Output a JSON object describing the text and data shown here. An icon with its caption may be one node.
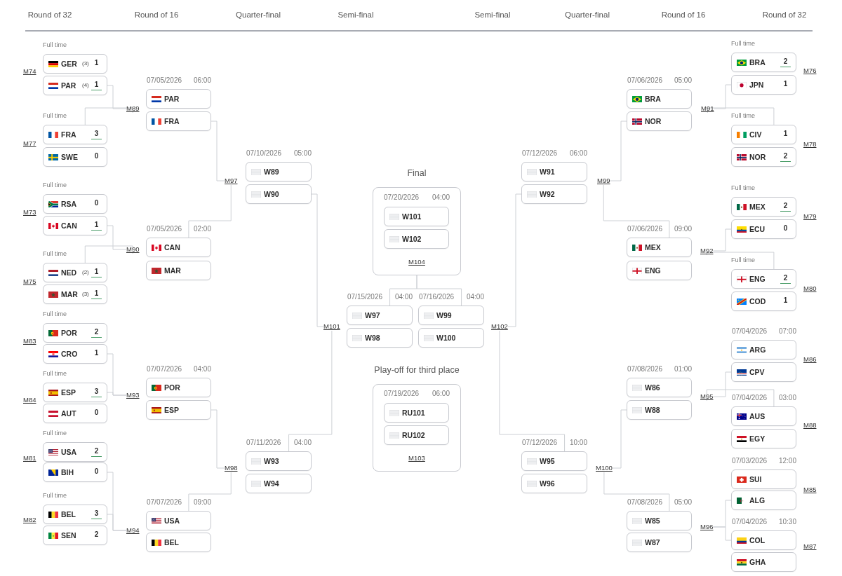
{
  "diagram": {
    "nodes": [
      {
        "text": [
          "GER",
          "(3)",
          "1"
        ],
        "beside": [
          "Full time"
        ]
      },
      {
        "text": [
          "PAR",
          "(4)",
          "1"
        ]
      },
      {
        "text": [
          "FRA",
          "3"
        ],
        "beside": [
          "Full time"
        ]
      },
      {
        "text": [
          "SWE",
          "0"
        ]
      },
      {
        "text": [
          "RSA",
          "0"
        ],
        "beside": [
          "Full time"
        ]
      },
      {
        "text": [
          "CAN",
          "1"
        ]
      },
      {
        "text": [
          "NED",
          "(2)",
          "1"
        ],
        "beside": [
          "Full time"
        ]
      },
      {
        "text": [
          "MAR",
          "(3)",
          "1"
        ]
      },
      {
        "text": [
          "POR",
          "2"
        ],
        "beside": [
          "Full time"
        ]
      },
      {
        "text": [
          "CRO",
          "1"
        ]
      },
      {
        "text": [
          "ESP",
          "3"
        ],
        "beside": [
          "Full time"
        ]
      },
      {
        "text": [
          "AUT",
          "0"
        ]
      },
      {
        "text": [
          "USA",
          "2"
        ],
        "beside": [
          "Full time"
        ]
      },
      {
        "text": [
          "BIH",
          "0"
        ]
      },
      {
        "text": [
          "BEL",
          "3"
        ],
        "beside": [
          "Full time"
        ]
      },
      {
        "text": [
          "SEN",
          "2"
        ]
      },
      {
        "text": [
          "M89"
        ]
      },
      {
        "text": [
          "PAR"
        ],
        "beside": [
          "07/05/2026",
          "06:00"
        ]
      },
      {
        "text": [
          "FRA"
        ]
      },
      {
        "text": [
          "M90"
        ]
      },
      {
        "text": [
          "CAN"
        ],
        "beside": [
          "07/05/2026",
          "02:00"
        ]
      },
      {
        "text": [
          "MAR"
        ]
      },
      {
        "text": [
          "M93"
        ]
      },
      {
        "text": [
          "POR"
        ],
        "beside": [
          "07/07/2026",
          "04:00"
        ]
      },
      {
        "text": [
          "ESP"
        ]
      },
      {
        "text": [
          "M94"
        ]
      },
      {
        "text": [
          "USA"
        ],
        "beside": [
          "07/07/2026",
          "09:00"
        ]
      },
      {
        "text": [
          "BEL"
        ]
      },
      {
        "text": [
          "M97"
        ]
      },
      {
        "text": [
          "W89"
        ],
        "beside": [
          "07/10/2026",
          "05:00"
        ]
      },
      {
        "text": [
          "W90"
        ]
      },
      {
        "text": [
          "M98"
        ]
      },
      {
        "text": [
          "W93"
        ],
        "beside": [
          "07/11/2026",
          "04:00"
        ]
      },
      {
        "text": [
          "W94"
        ]
      },
      {
        "text": [
          "M101"
        ]
      },
      {
        "text": [
          "W97"
        ],
        "beside": [
          "07/15/2026",
          "04:00"
        ]
      },
      {
        "text": [
          "W98"
        ]
      },
      {
        "text": [
          "Final",
          "07/20/2026",
          "04:00",
          "M104"
        ]
      },
      {
        "text": [
          "W101"
        ],
        "in": 37
      },
      {
        "text": [
          "W102"
        ],
        "in": 37
      },
      {
        "text": [
          "Play-off for third place",
          "07/19/2026",
          "06:00",
          "M103"
        ]
      },
      {
        "text": [
          "RU101"
        ],
        "in": 40
      },
      {
        "text": [
          "RU102"
        ],
        "in": 40
      },
      {
        "text": [
          "W99"
        ],
        "beside": [
          "07/16/2026",
          "04:00"
        ]
      },
      {
        "text": [
          "W100"
        ]
      },
      {
        "text": [
          "M102"
        ]
      },
      {
        "text": [
          "W91"
        ],
        "beside": [
          "07/12/2026",
          "06:00"
        ]
      },
      {
        "text": [
          "W92"
        ]
      },
      {
        "text": [
          "M99"
        ]
      },
      {
        "text": [
          "W95"
        ],
        "beside": [
          "07/12/2026",
          "10:00"
        ]
      },
      {
        "text": [
          "W96"
        ]
      },
      {
        "text": [
          "M100"
        ]
      },
      {
        "text": [
          "BRA"
        ],
        "beside": [
          "07/06/2026",
          "05:00"
        ]
      },
      {
        "text": [
          "NOR"
        ]
      },
      {
        "text": [
          "M91"
        ]
      },
      {
        "text": [
          "MEX"
        ],
        "beside": [
          "07/06/2026",
          "09:00"
        ]
      },
      {
        "text": [
          "ENG"
        ]
      },
      {
        "text": [
          "M92"
        ]
      },
      {
        "text": [
          "W86"
        ],
        "beside": [
          "07/08/2026",
          "01:00"
        ]
      },
      {
        "text": [
          "W88"
        ]
      },
      {
        "text": [
          "M95"
        ]
      },
      {
        "text": [
          "W85"
        ],
        "beside": [
          "07/08/2026",
          "05:00"
        ]
      },
      {
        "text": [
          "W87"
        ]
      },
      {
        "text": [
          "M96"
        ]
      },
      {
        "text": [
          "BRA",
          "2"
        ],
        "beside": [
          "Full time"
        ]
      },
      {
        "text": [
          "JPN",
          "1"
        ]
      },
      {
        "text": [
          "CIV",
          "1"
        ],
        "beside": [
          "Full time"
        ]
      },
      {
        "text": [
          "NOR",
          "2"
        ]
      },
      {
        "text": [
          "MEX",
          "2"
        ],
        "beside": [
          "Full time"
        ]
      },
      {
        "text": [
          "ECU",
          "0"
        ]
      },
      {
        "text": [
          "ENG",
          "2"
        ],
        "beside": [
          "Full time"
        ]
      },
      {
        "text": [
          "COD",
          "1"
        ]
      },
      {
        "text": [
          "ARG"
        ],
        "beside": [
          "07/04/2026",
          "07:00"
        ]
      },
      {
        "text": [
          "CPV"
        ]
      },
      {
        "text": [
          "AUS"
        ],
        "beside": [
          "07/04/2026",
          "03:00"
        ]
      },
      {
        "text": [
          "EGY"
        ]
      },
      {
        "text": [
          "SUI"
        ],
        "beside": [
          "07/03/2026",
          "12:00"
        ]
      },
      {
        "text": [
          "ALG"
        ]
      },
      {
        "text": [
          "COL"
        ],
        "beside": [
          "07/04/2026",
          "10:30"
        ]
      },
      {
        "text": [
          "GHA"
        ]
      }
    ],
    "edges": [
      {
        "from": 1,
        "to": 16,
        "arrow": "none"
      },
      {
        "from": 2,
        "to": 16,
        "arrow": "none"
      },
      {
        "from": 5,
        "to": 19,
        "arrow": "none"
      },
      {
        "from": 6,
        "to": 19,
        "arrow": "none"
      },
      {
        "from": 9,
        "to": 22,
        "arrow": "none"
      },
      {
        "from": 10,
        "to": 22,
        "arrow": "none"
      },
      {
        "from": 13,
        "to": 25,
        "arrow": "none"
      },
      {
        "from": 14,
        "to": 25,
        "arrow": "none"
      },
      {
        "from": 18,
        "to": 28,
        "arrow": "none"
      },
      {
        "from": 20,
        "to": 28,
        "arrow": "none"
      },
      {
        "from": 24,
        "to": 31,
        "arrow": "none"
      },
      {
        "from": 26,
        "to": 31,
        "arrow": "none"
      },
      {
        "from": 30,
        "to": 34,
        "arrow": "none"
      },
      {
        "from": 32,
        "to": 34,
        "arrow": "none"
      },
      {
        "from": 35,
        "to": 37,
        "arrow": "none"
      },
      {
        "from": 43,
        "to": 37,
        "arrow": "none"
      },
      {
        "from": 47,
        "to": 45,
        "arrow": "none"
      },
      {
        "from": 49,
        "to": 45,
        "arrow": "none"
      },
      {
        "from": 53,
        "to": 48,
        "arrow": "none"
      },
      {
        "from": 55,
        "to": 48,
        "arrow": "none"
      },
      {
        "from": 59,
        "to": 51,
        "arrow": "none"
      },
      {
        "from": 61,
        "to": 51,
        "arrow": "none"
      },
      {
        "from": 65,
        "to": 54,
        "arrow": "none"
      },
      {
        "from": 66,
        "to": 54,
        "arrow": "none"
      },
      {
        "from": 69,
        "to": 57,
        "arrow": "none"
      },
      {
        "from": 70,
        "to": 57,
        "arrow": "none"
      },
      {
        "from": 73,
        "to": 60,
        "arrow": "none"
      },
      {
        "from": 74,
        "to": 60,
        "arrow": "none"
      },
      {
        "from": 77,
        "to": 63,
        "arrow": "none"
      },
      {
        "from": 78,
        "to": 63,
        "arrow": "none"
      }
    ],
    "labels": [
      "Round of 32",
      "Round of 16",
      "Quarter-final",
      "Semi-final",
      "Semi-final",
      "Quarter-final",
      "Round of 16",
      "Round of 32",
      "M74",
      "M77",
      "M73",
      "M75",
      "M83",
      "M84",
      "M81",
      "M82",
      "M76",
      "M78",
      "M79",
      "M80",
      "M86",
      "M88",
      "M85",
      "M87"
    ]
  }
}
